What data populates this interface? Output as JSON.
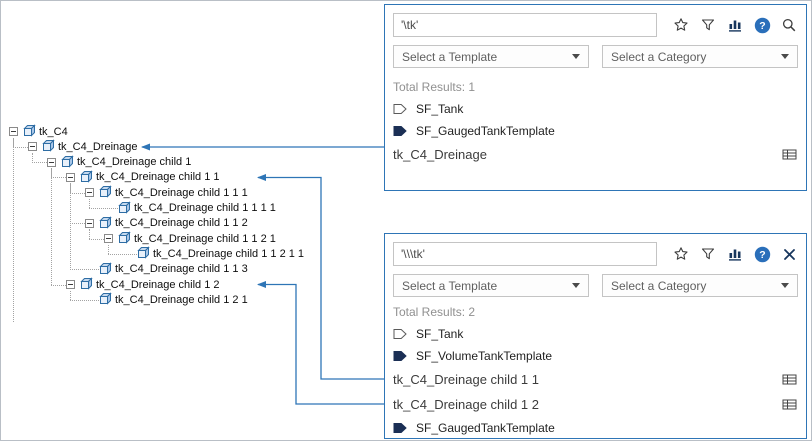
{
  "tree": {
    "items": [
      {
        "label": "tk_C4",
        "depth": 0,
        "expander": true
      },
      {
        "label": "tk_C4_Dreinage",
        "depth": 1,
        "expander": true
      },
      {
        "label": "tk_C4_Dreinage child 1",
        "depth": 2,
        "expander": true
      },
      {
        "label": "tk_C4_Dreinage child 1 1",
        "depth": 3,
        "expander": true
      },
      {
        "label": "tk_C4_Dreinage child 1 1 1",
        "depth": 4,
        "expander": true
      },
      {
        "label": "tk_C4_Dreinage child 1 1 1 1",
        "depth": 5,
        "expander": false
      },
      {
        "label": "tk_C4_Dreinage child 1 1 2",
        "depth": 4,
        "expander": true
      },
      {
        "label": "tk_C4_Dreinage child 1 1 2 1",
        "depth": 5,
        "expander": true
      },
      {
        "label": "tk_C4_Dreinage child 1 1 2 1 1",
        "depth": 6,
        "expander": false
      },
      {
        "label": "tk_C4_Dreinage child 1 1 3",
        "depth": 4,
        "expander": false
      },
      {
        "label": "tk_C4_Dreinage child 1 2",
        "depth": 3,
        "expander": true
      },
      {
        "label": "tk_C4_Dreinage child 1 2 1",
        "depth": 4,
        "expander": false
      }
    ]
  },
  "panels": [
    {
      "query": "'\\tk'",
      "template_placeholder": "Select a Template",
      "category_placeholder": "Select a Category",
      "total": "Total Results: 1",
      "header_icons": [
        "favorite-star",
        "filter",
        "bar-chart",
        "help",
        "search"
      ],
      "action_icon": "search",
      "rows": [
        {
          "type": "template",
          "filled": false,
          "label": "SF_Tank"
        },
        {
          "type": "template",
          "filled": true,
          "label": "SF_GaugedTankTemplate"
        },
        {
          "type": "element",
          "label": "tk_C4_Dreinage"
        }
      ]
    },
    {
      "query": "'\\\\\\tk'",
      "template_placeholder": "Select a Template",
      "category_placeholder": "Select a Category",
      "total": "Total Results: 2",
      "header_icons": [
        "favorite-star",
        "filter",
        "bar-chart",
        "help",
        "close"
      ],
      "action_icon": "close",
      "rows": [
        {
          "type": "template",
          "filled": false,
          "label": "SF_Tank"
        },
        {
          "type": "template",
          "filled": true,
          "label": "SF_VolumeTankTemplate"
        },
        {
          "type": "element",
          "label": "tk_C4_Dreinage child 1 1"
        },
        {
          "type": "element",
          "label": "tk_C4_Dreinage child 1 2"
        },
        {
          "type": "template",
          "filled": true,
          "label": "SF_GaugedTankTemplate"
        }
      ]
    }
  ],
  "colors": {
    "panel_border": "#2e75b6",
    "arrow": "#2e75b6",
    "help_icon": "#2a6fba",
    "template_tag_fill": "#1b2f55"
  }
}
